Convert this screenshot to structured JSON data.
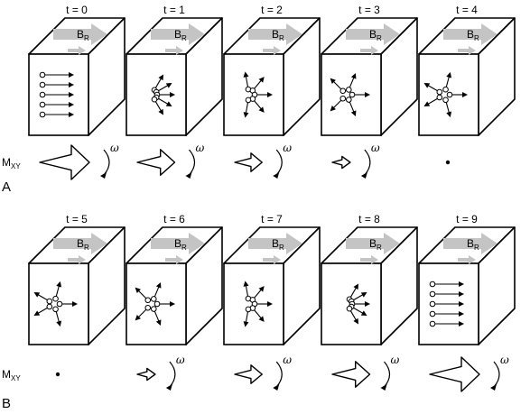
{
  "panels": [
    {
      "label": "A",
      "mxy_label": "M",
      "mxy_sub": "XY",
      "frames": [
        {
          "time": "t = 0",
          "field": "B",
          "field_sub": "R",
          "dephase_spread_deg": 0,
          "mxy_magnitude": 1.0
        },
        {
          "time": "t = 1",
          "field": "B",
          "field_sub": "R",
          "dephase_spread_deg": 120,
          "mxy_magnitude": 0.7
        },
        {
          "time": "t = 2",
          "field": "B",
          "field_sub": "R",
          "dephase_spread_deg": 200,
          "mxy_magnitude": 0.45
        },
        {
          "time": "t = 3",
          "field": "B",
          "field_sub": "R",
          "dephase_spread_deg": 270,
          "mxy_magnitude": 0.22
        },
        {
          "time": "t = 4",
          "field": "B",
          "field_sub": "R",
          "dephase_spread_deg": 300,
          "mxy_magnitude": 0.0
        }
      ]
    },
    {
      "label": "B",
      "mxy_label": "M",
      "mxy_sub": "XY",
      "frames": [
        {
          "time": "t = 5",
          "field": "B",
          "field_sub": "R",
          "dephase_spread_deg": 300,
          "mxy_magnitude": 0.0
        },
        {
          "time": "t = 6",
          "field": "B",
          "field_sub": "R",
          "dephase_spread_deg": 270,
          "mxy_magnitude": 0.22
        },
        {
          "time": "t = 7",
          "field": "B",
          "field_sub": "R",
          "dephase_spread_deg": 200,
          "mxy_magnitude": 0.45
        },
        {
          "time": "t = 8",
          "field": "B",
          "field_sub": "R",
          "dephase_spread_deg": 120,
          "mxy_magnitude": 0.7
        },
        {
          "time": "t = 9",
          "field": "B",
          "field_sub": "R",
          "dephase_spread_deg": 0,
          "mxy_magnitude": 1.0
        }
      ]
    }
  ],
  "rotation_symbol": "ω",
  "colors": {
    "ink": "#000000",
    "field_arrow": "#c4c4c4",
    "face": "#ffffff"
  }
}
